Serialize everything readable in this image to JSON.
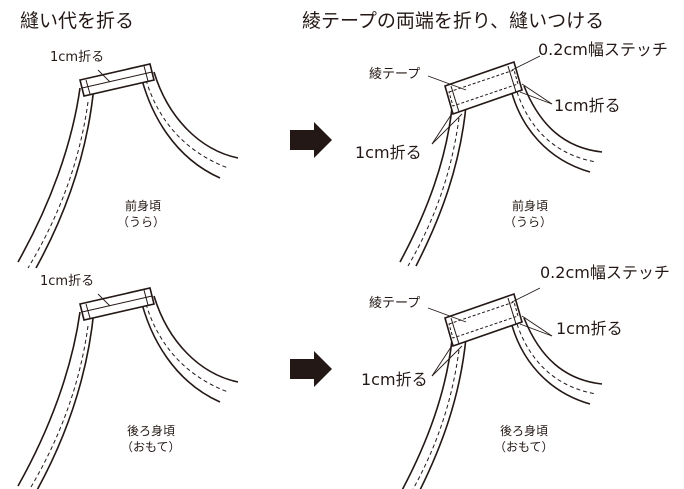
{
  "headings": {
    "left": "縫い代を折る",
    "right": "綾テープの両端を折り、縫いつける"
  },
  "front": {
    "before": {
      "fold_label": "1cm折る"
    },
    "after": {
      "tape_label": "綾テープ",
      "stitch_label": "0.2cm幅ステッチ",
      "fold_right_label": "1cm折る",
      "fold_left_label": "1cm折る"
    },
    "part_name": "前身頃",
    "side": "（うら）"
  },
  "back": {
    "before": {
      "fold_label": "1cm折る"
    },
    "after": {
      "tape_label": "綾テープ",
      "stitch_label": "0.2cm幅ステッチ",
      "fold_right_label": "1cm折る",
      "fold_left_label": "1cm折る"
    },
    "part_name": "後ろ身頃",
    "side": "（おもて）"
  },
  "colors": {
    "ink": "#231815",
    "background": "#ffffff"
  },
  "icons": {
    "step_arrow": "arrow-right-icon"
  }
}
